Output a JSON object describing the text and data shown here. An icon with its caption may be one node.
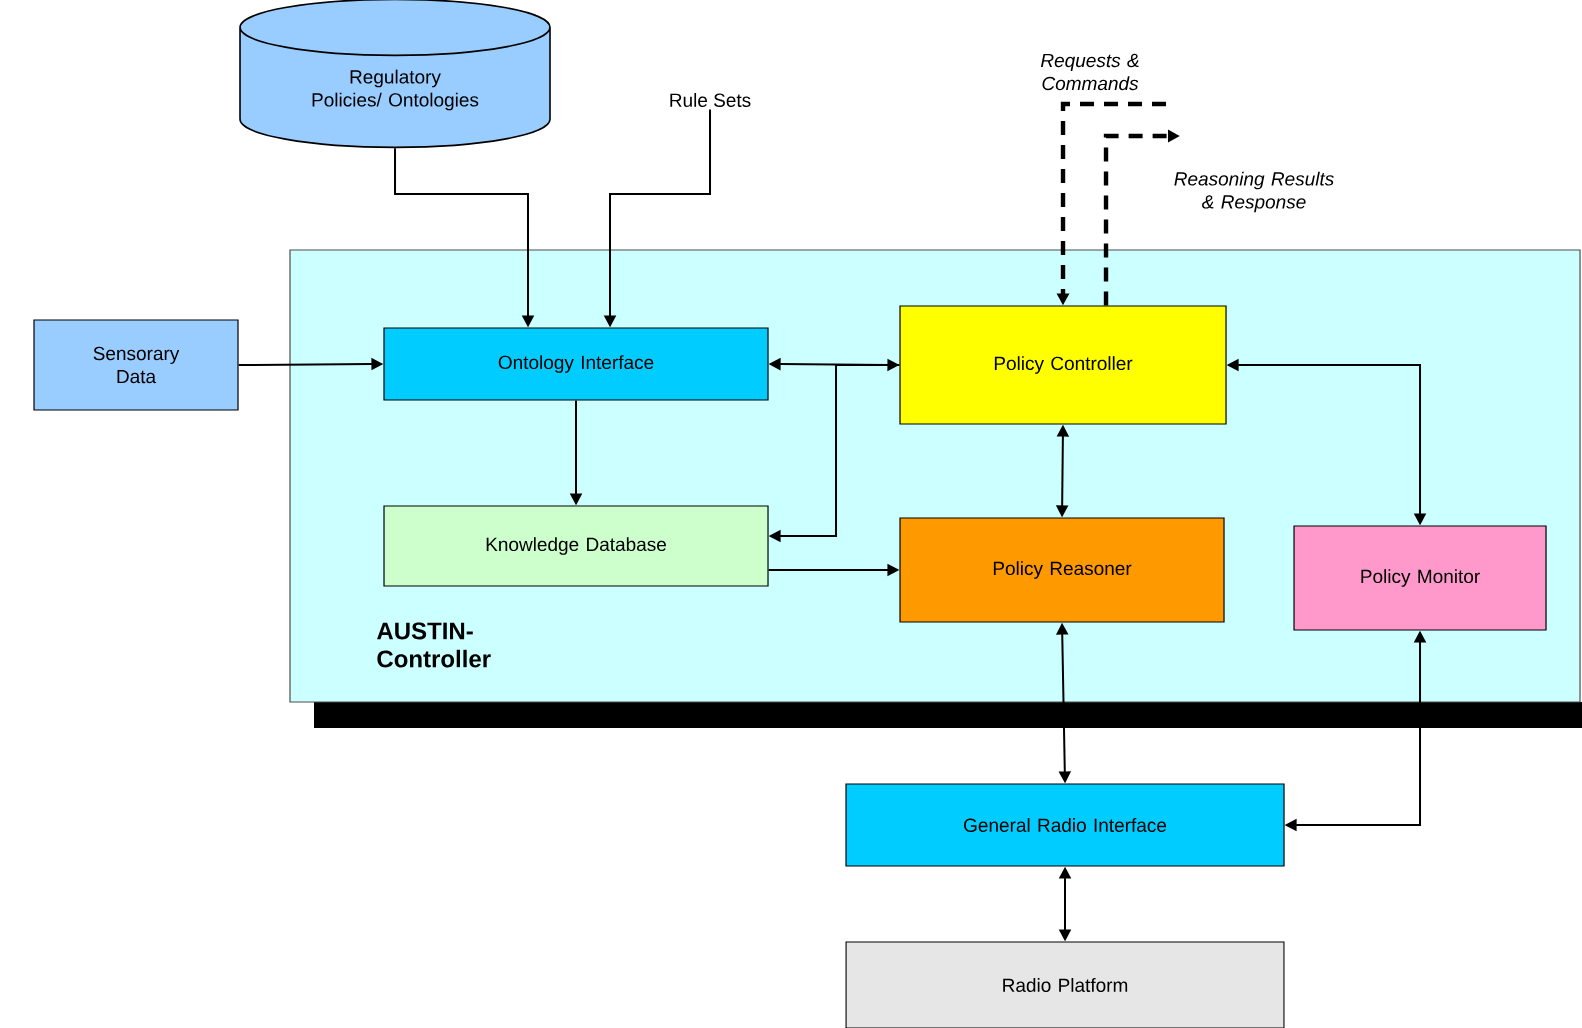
{
  "diagram": {
    "nodes": [
      {
        "text": [
          "AUSTIN- Controller"
        ]
      },
      {
        "text": [
          "Sensorary Data"
        ]
      },
      {
        "text": [
          "Regulatory Policies/ Ontologies"
        ]
      },
      {
        "text": [
          "Rule Sets"
        ]
      },
      {
        "text": [
          "Ontology Interface"
        ],
        "in": 0
      },
      {
        "text": [
          "Policy Controller"
        ],
        "in": 0
      },
      {
        "text": [
          "Knowledge Database"
        ],
        "in": 0
      },
      {
        "text": [
          "Policy Reasoner"
        ],
        "in": 0
      },
      {
        "text": [
          "Policy Monitor"
        ],
        "in": 0
      },
      {
        "text": [
          "General Radio Interface"
        ]
      },
      {
        "text": [
          "Radio Platform"
        ]
      }
    ],
    "edges": [
      {
        "from": 1,
        "to": 4,
        "arrow": "to"
      },
      {
        "from": 2,
        "to": 4,
        "arrow": "to"
      },
      {
        "from": 3,
        "to": 4,
        "arrow": "to"
      },
      {
        "from": 4,
        "to": 5,
        "arrow": "both"
      },
      {
        "from": 4,
        "to": 6,
        "arrow": "to"
      },
      {
        "from": 5,
        "to": 6,
        "arrow": "to"
      },
      {
        "from": 6,
        "to": 7,
        "arrow": "to"
      },
      {
        "from": 5,
        "to": 7,
        "arrow": "both"
      },
      {
        "from": 5,
        "to": 8,
        "arrow": "both"
      },
      {
        "from": 7,
        "to": 9,
        "arrow": "both"
      },
      {
        "from": 8,
        "to": 9,
        "arrow": "both"
      },
      {
        "from": 9,
        "to": 10,
        "arrow": "both"
      },
      {
        "from": null,
        "to": 5,
        "arrow": "to",
        "style": "dashed",
        "label": "Requests & Commands"
      },
      {
        "from": 5,
        "to": null,
        "arrow": "to",
        "style": "dashed",
        "label": "Reasoning Results & Response"
      }
    ]
  }
}
